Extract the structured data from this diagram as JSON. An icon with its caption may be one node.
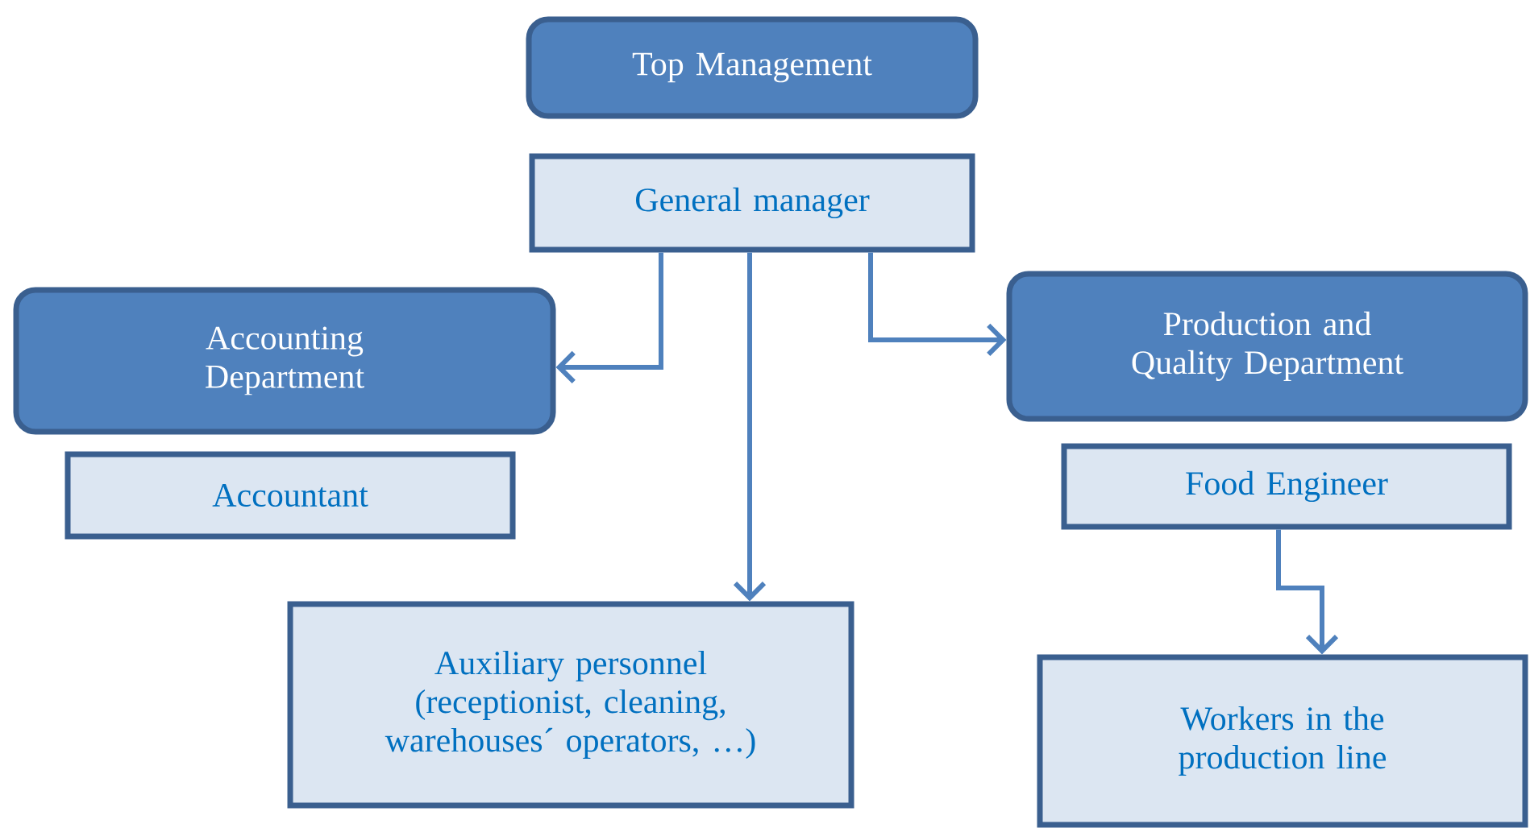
{
  "diagram": {
    "nodes": [
      {
        "text": [
          "Top Management"
        ]
      },
      {
        "text": [
          "General manager"
        ]
      },
      {
        "text": [
          "Accounting Department"
        ]
      },
      {
        "text": [
          "Accountant"
        ]
      },
      {
        "text": [
          "Production and Quality Department"
        ]
      },
      {
        "text": [
          "Food Engineer"
        ]
      },
      {
        "text": [
          "Auxiliary personnel (receptionist, cleaning, warehouses´ operators, …)"
        ]
      },
      {
        "text": [
          "Workers in the production line"
        ]
      }
    ],
    "edges": [
      {
        "from": 1,
        "to": 2,
        "arrow": "to"
      },
      {
        "from": 1,
        "to": 6,
        "arrow": "to"
      },
      {
        "from": 1,
        "to": 4,
        "arrow": "to"
      },
      {
        "from": 5,
        "to": 7,
        "arrow": "to"
      }
    ]
  }
}
